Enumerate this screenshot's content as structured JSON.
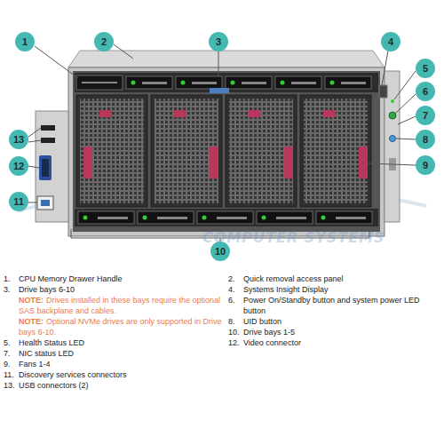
{
  "diagram": {
    "nodes": [
      {
        "text": [
          "1"
        ]
      },
      {
        "text": [
          "2"
        ]
      },
      {
        "text": [
          "3"
        ]
      },
      {
        "text": [
          "4"
        ]
      },
      {
        "text": [
          "5"
        ]
      },
      {
        "text": [
          "6"
        ]
      },
      {
        "text": [
          "7"
        ]
      },
      {
        "text": [
          "13"
        ]
      },
      {
        "text": [
          "8"
        ]
      },
      {
        "text": [
          "12"
        ]
      },
      {
        "text": [
          "9"
        ]
      },
      {
        "text": [
          "11"
        ]
      },
      {
        "text": [
          "10"
        ]
      }
    ],
    "labels": [
      "1.",
      "CPU Memory Drawer Handle",
      "2.",
      "Quick removal access panel",
      "3.",
      "Drive bays 6-10",
      "4.",
      "Systems Insight Display",
      "NOTE:",
      "Drives installed in these bays require the optional SAS backplane and cables.",
      "6.",
      "Power On/Standby button and system power LED button",
      "NOTE:",
      "Optional NVMe drives are only supported in Drive bays 6-10.",
      "8.",
      "UID button",
      "5.",
      "Health Status LED",
      "10.",
      "Drive bays 1-5",
      "7.",
      "NIC status LED",
      "12.",
      "Video connector",
      "9.",
      "Fans 1-4",
      "11.",
      "Discovery services connectors",
      "13.",
      "USB connectors (2)",
      "COMPUTER SYSTEMS"
    ]
  }
}
